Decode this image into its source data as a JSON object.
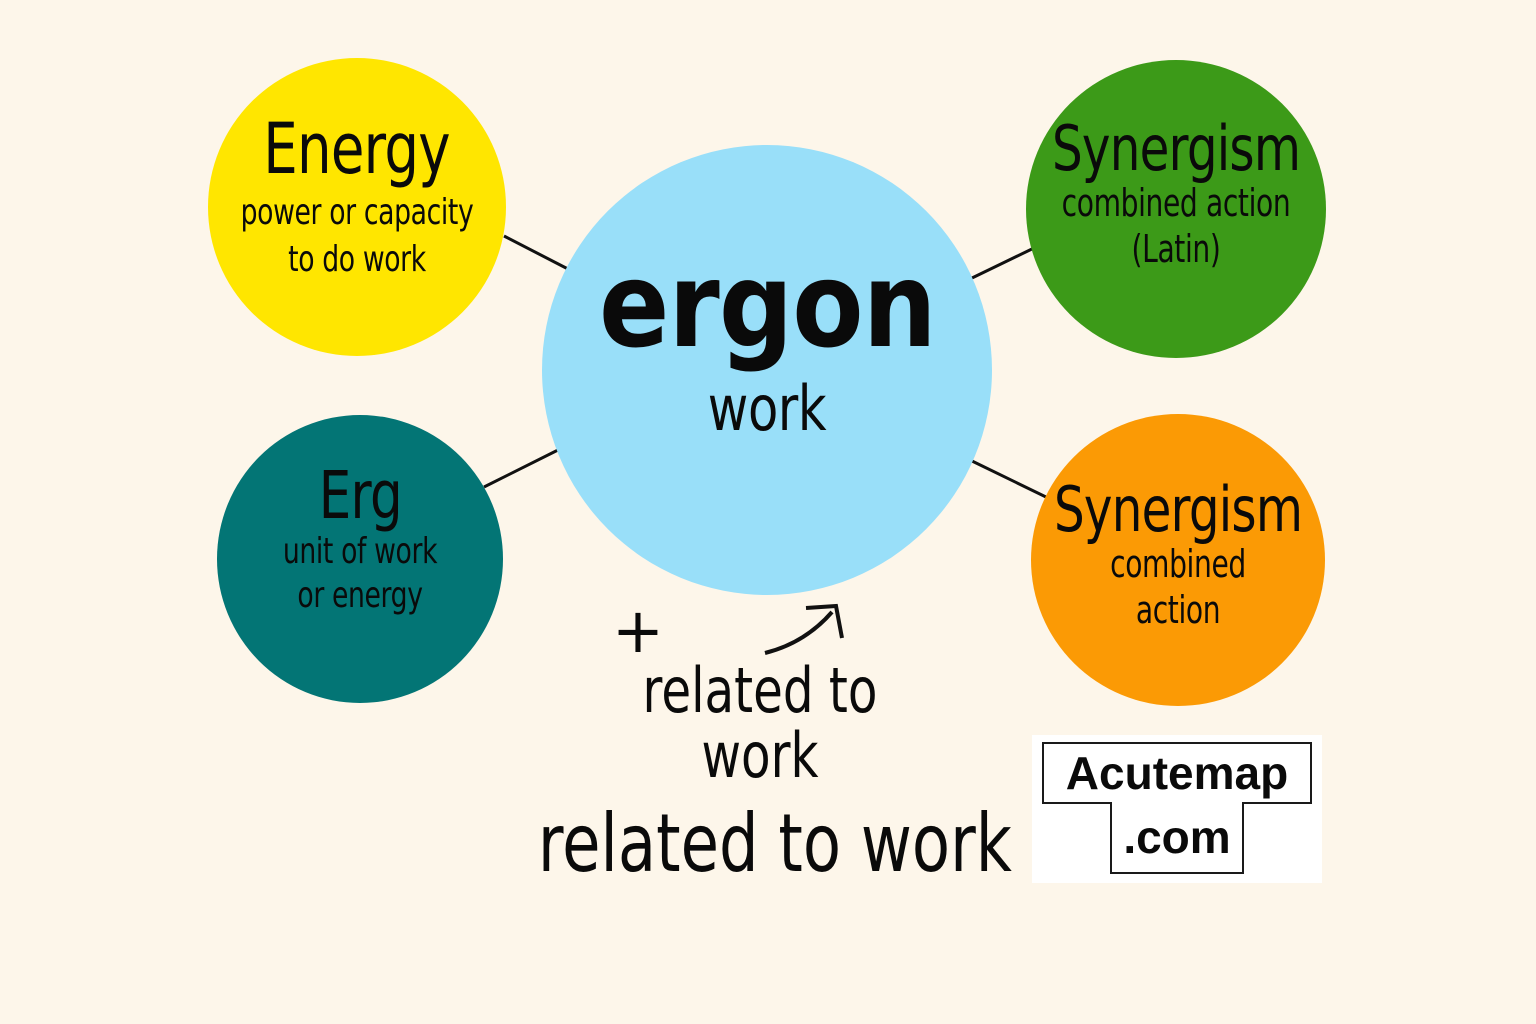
{
  "colors": {
    "background": "#fdf6ea",
    "center": "#99dff9",
    "energy": "#ffe600",
    "erg": "#037575",
    "synergism_latin": "#3c9a18",
    "synergism": "#fb9a05",
    "text": "#0a0a0a"
  },
  "center": {
    "word": "ergon",
    "meaning": "work"
  },
  "nodes": [
    {
      "id": "energy",
      "title": "Energy",
      "lines": [
        "power or capacity",
        "to do work"
      ]
    },
    {
      "id": "erg",
      "title": "Erg",
      "lines": [
        "unit of work",
        "or energy"
      ]
    },
    {
      "id": "synergism-latin",
      "title": "Synergism",
      "lines": [
        "combined action",
        "(Latin)"
      ]
    },
    {
      "id": "synergism",
      "title": "Synergism",
      "lines": [
        "combined",
        "action"
      ]
    }
  ],
  "annotations": {
    "plus": "+",
    "related_stack": [
      "related to",
      "work"
    ],
    "related_big": "related to work"
  },
  "logo": {
    "line1": "Acutemap",
    "line2": ".com"
  }
}
